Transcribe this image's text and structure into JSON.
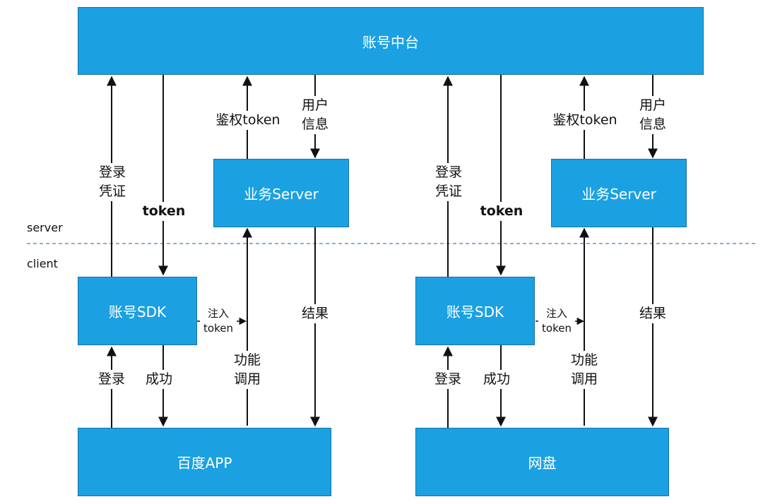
{
  "colors": {
    "box_fill": "#1ba1e2",
    "box_border": "#1a6fa6",
    "divider": "#4a7fb5",
    "line": "#111111"
  },
  "zones": {
    "server": "server",
    "client": "client"
  },
  "top": {
    "label": "账号中台"
  },
  "left": {
    "biz_server": "业务Server",
    "sdk": "账号SDK",
    "app": "百度APP",
    "labels": {
      "login_credential": "登录\n凭证",
      "token": "token",
      "auth_token": "鉴权token",
      "user_info": "用户\n信息",
      "inject_token": "注入\ntoken",
      "result": "结果",
      "func_call": "功能\n调用",
      "login": "登录",
      "success": "成功"
    }
  },
  "right": {
    "biz_server": "业务Server",
    "sdk": "账号SDK",
    "app": "网盘",
    "labels": {
      "login_credential": "登录\n凭证",
      "token": "token",
      "auth_token": "鉴权token",
      "user_info": "用户\n信息",
      "inject_token": "注入\ntoken",
      "result": "结果",
      "func_call": "功能\n调用",
      "login": "登录",
      "success": "成功"
    }
  }
}
